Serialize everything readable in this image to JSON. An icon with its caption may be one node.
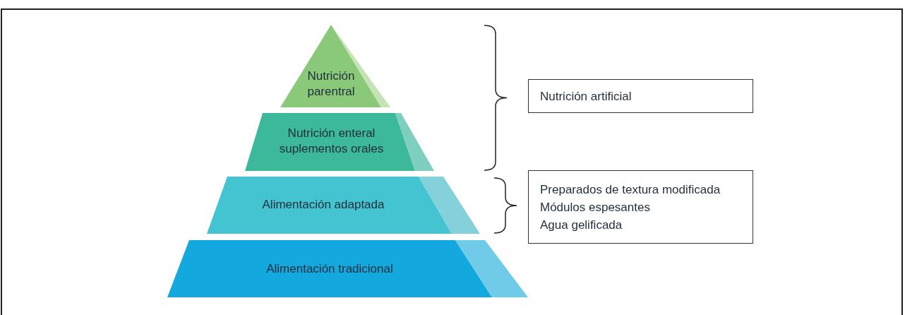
{
  "diagram": {
    "nodes": [
      {
        "text": [
          "Nutrición parentral"
        ]
      },
      {
        "text": [
          "Nutrición enteral suplementos orales"
        ]
      },
      {
        "text": [
          "Alimentación adaptada"
        ]
      },
      {
        "text": [
          "Alimentación tradicional"
        ]
      },
      {
        "text": [
          "Nutrición artificial"
        ]
      },
      {
        "text": [
          "Preparados de textura modificada",
          "Módulos espesantes",
          "Agua gelificada"
        ]
      }
    ],
    "edges": []
  }
}
